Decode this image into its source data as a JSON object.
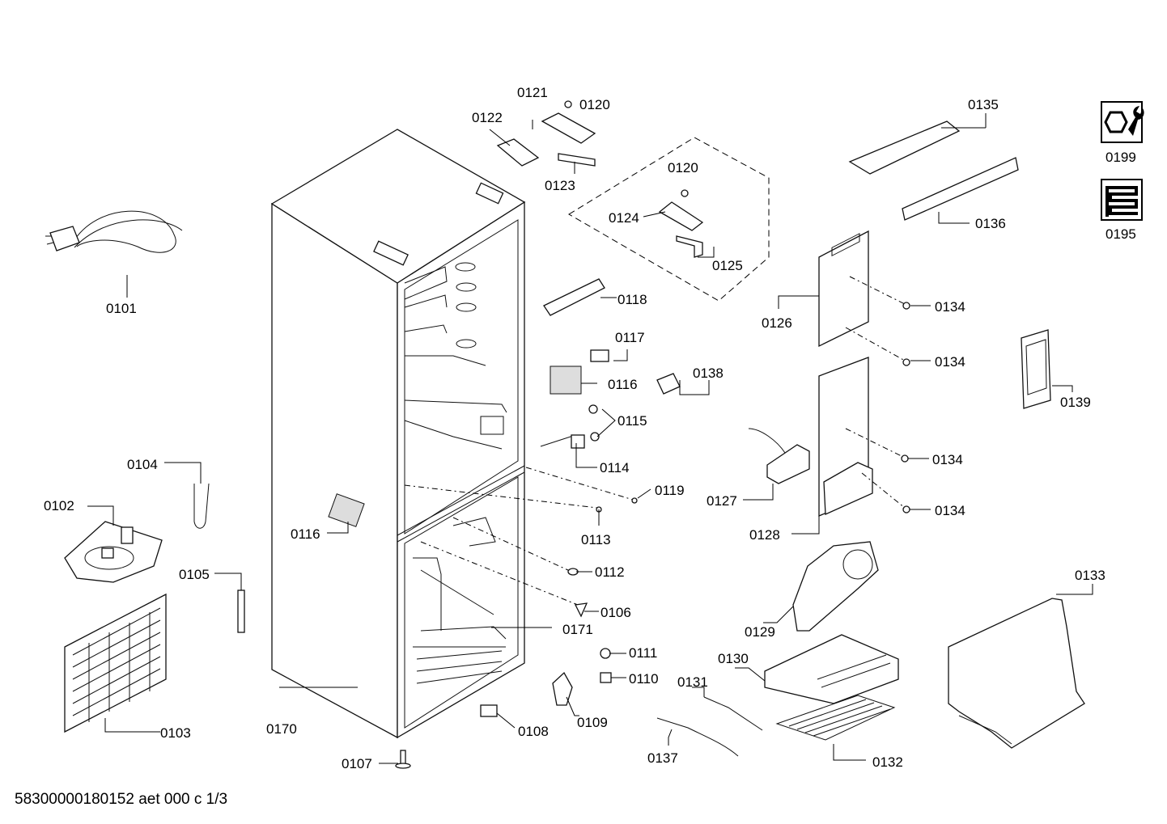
{
  "document_id": "58300000180152 aet 000 c 1/3",
  "labels": {
    "p0101": "0101",
    "p0102": "0102",
    "p0103": "0103",
    "p0104": "0104",
    "p0105": "0105",
    "p0106": "0106",
    "p0107": "0107",
    "p0108": "0108",
    "p0109": "0109",
    "p0110": "0110",
    "p0111": "0111",
    "p0112": "0112",
    "p0113": "0113",
    "p0114": "0114",
    "p0115": "0115",
    "p0116a": "0116",
    "p0116b": "0116",
    "p0117": "0117",
    "p0118": "0118",
    "p0119": "0119",
    "p0120a": "0120",
    "p0120b": "0120",
    "p0121": "0121",
    "p0122": "0122",
    "p0123": "0123",
    "p0124": "0124",
    "p0125": "0125",
    "p0126": "0126",
    "p0127": "0127",
    "p0128": "0128",
    "p0129": "0129",
    "p0130": "0130",
    "p0131": "0131",
    "p0132": "0132",
    "p0133": "0133",
    "p0134a": "0134",
    "p0134b": "0134",
    "p0134c": "0134",
    "p0134d": "0134",
    "p0135": "0135",
    "p0136": "0136",
    "p0137": "0137",
    "p0138": "0138",
    "p0139": "0139",
    "p0170": "0170",
    "p0171": "0171",
    "p0195": "0195",
    "p0199": "0199"
  },
  "icons": {
    "tools": "wrench-nut-icon",
    "heating": "heating-coil-icon"
  }
}
